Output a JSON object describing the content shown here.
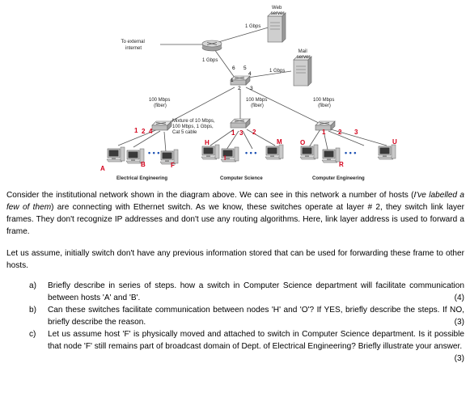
{
  "diagram": {
    "external_label": "To external\ninternet",
    "web_server_label": "Web\nserver",
    "mail_server_label": "Mail\nserver",
    "link_1gbps_a": "1 Gbps",
    "link_1gbps_b": "1 Gbps",
    "link_1gbps_c": "1 Gbps",
    "link_100_fiber_left": "100 Mbps\n(fiber)",
    "link_100_fiber_mid": "100 Mbps\n(fiber)",
    "link_100_fiber_right": "100 Mbps\n(fiber)",
    "mixture_label": "Mixture of 10 Mbps,\n100 Mbps, 1 Gbps,\nCat 5 cable",
    "core_ports": [
      "1",
      "2",
      "3",
      "4",
      "5",
      "6"
    ],
    "left_ports": [
      "1",
      "2",
      "4"
    ],
    "mid_ports": [
      "1",
      "3",
      "2"
    ],
    "right_ports": [
      "1",
      "2",
      "3"
    ],
    "hosts": [
      "A",
      "B",
      "F",
      "H",
      "I",
      "M",
      "O",
      "R",
      "U"
    ],
    "ellipsis": "• • •",
    "dept_left": "Electrical Engineering",
    "dept_mid": "Computer Science",
    "dept_right": "Computer Engineering"
  },
  "intro": {
    "before_italic": "Consider the institutional network shown in the diagram above. We can see in this network a number of hosts (",
    "italic": "I've labelled a few of them",
    "after_italic": ") are connecting with Ethernet switch. As we know, these switches operate at layer # 2, they switch link layer frames. They don't recognize IP addresses and don't use any routing algorithms. Here, link layer address is used to forward a frame."
  },
  "assumption": "Let us assume, initially switch don't have any previous information stored that can be used for forwarding these frame to other hosts.",
  "questions": [
    {
      "label": "a)",
      "text": "Briefly describe in series of steps. how a switch in Computer Science department will facilitate communication between hosts 'A' and 'B'.",
      "marks": "(4)"
    },
    {
      "label": "b)",
      "text": "Can these switches facilitate communication between nodes 'H' and 'O'? If YES, briefly describe the steps. If NO, briefly describe the reason.",
      "marks": "(3)"
    },
    {
      "label": "c)",
      "text": "Let us assume host 'F' is physically moved and attached  to switch in Computer Science department. Is it possible that node 'F' still remains part of broadcast domain of Dept. of Electrical Engineering? Briefly illustrate your answer.",
      "marks": "(3)"
    }
  ],
  "colors": {
    "host_label": "#d4001a",
    "ellipsis": "#1a4fb3"
  }
}
